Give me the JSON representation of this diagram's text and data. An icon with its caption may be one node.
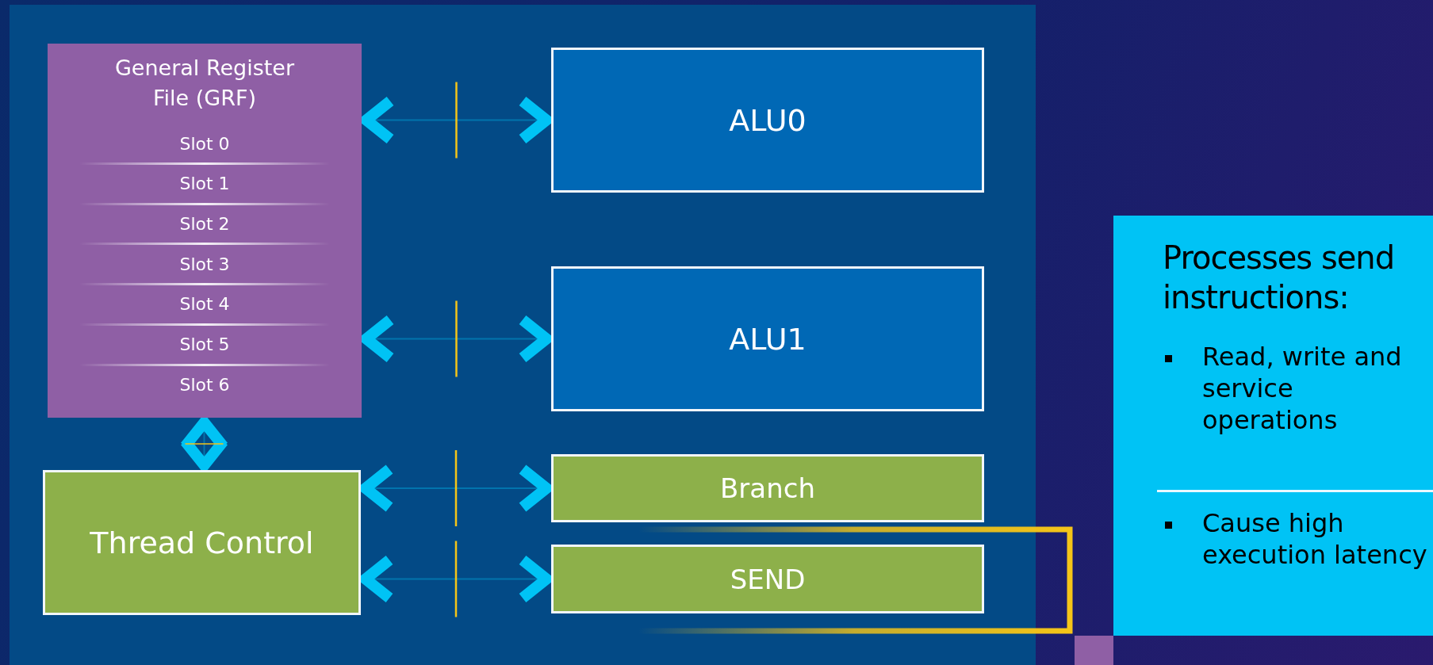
{
  "diagram": {
    "nodes": [
      {
        "text": [
          "General Register File (GRF)"
        ]
      },
      {
        "text": [
          "Slot 0"
        ],
        "in": 0
      },
      {
        "text": [
          "Slot 1"
        ],
        "in": 0
      },
      {
        "text": [
          "Slot 2"
        ],
        "in": 0
      },
      {
        "text": [
          "Slot 3"
        ],
        "in": 0
      },
      {
        "text": [
          "Slot 4"
        ],
        "in": 0
      },
      {
        "text": [
          "Slot 5"
        ],
        "in": 0
      },
      {
        "text": [
          "Slot 6"
        ],
        "in": 0
      },
      {
        "text": [
          "Thread Control"
        ]
      },
      {
        "text": [
          "ALU0"
        ]
      },
      {
        "text": [
          "ALU1"
        ]
      },
      {
        "text": [
          "Branch"
        ]
      },
      {
        "text": [
          "SEND"
        ]
      },
      {
        "text": [
          "Processes send instructions:",
          "Read, write and service operations",
          "Cause high execution latency"
        ]
      }
    ],
    "edges": [
      {
        "from": 0,
        "to": 9,
        "arrow": "both"
      },
      {
        "from": 0,
        "to": 10,
        "arrow": "both"
      },
      {
        "from": 8,
        "to": 11,
        "arrow": "both"
      },
      {
        "from": 8,
        "to": 12,
        "arrow": "both"
      },
      {
        "from": 0,
        "to": 8,
        "arrow": "both"
      }
    ]
  }
}
